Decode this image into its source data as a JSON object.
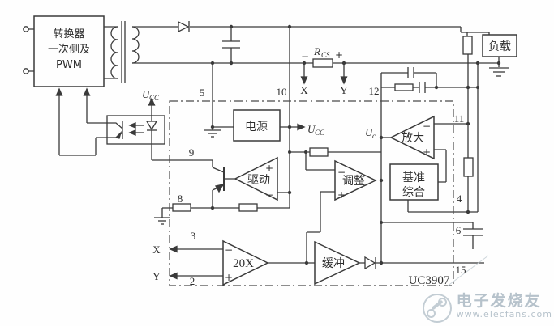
{
  "colors": {
    "line": "#3a3a3a",
    "boundary": "#4a4a4a",
    "watermark": "#b6c2cb",
    "background": "#fefefe"
  },
  "blocks": {
    "converter_line1": "转换器",
    "converter_line2": "一次侧及",
    "converter_line3": "PWM",
    "power": "电源",
    "drive": "驱动",
    "adjust": "调整",
    "amplify": "放大",
    "reference_line1": "基准",
    "reference_line2": "综合",
    "buffer": "缓冲",
    "gain": "20X",
    "load": "负载",
    "chip": "UC3907"
  },
  "pins": {
    "p2": "2",
    "p3": "3",
    "p4": "4",
    "p5": "5",
    "p6": "6",
    "p8": "8",
    "p9": "9",
    "p10": "10",
    "p11": "11",
    "p12": "12",
    "p15": "15"
  },
  "signals": {
    "ucc": {
      "base": "U",
      "sub": "CC"
    },
    "uc": {
      "base": "U",
      "sub": "c"
    },
    "rcs": {
      "base": "R",
      "sub": "CS"
    },
    "x": "X",
    "y": "Y",
    "plus": "+",
    "minus": "−"
  },
  "watermark": {
    "brand": "电子发烧友",
    "url": "www.elecfans.com"
  }
}
